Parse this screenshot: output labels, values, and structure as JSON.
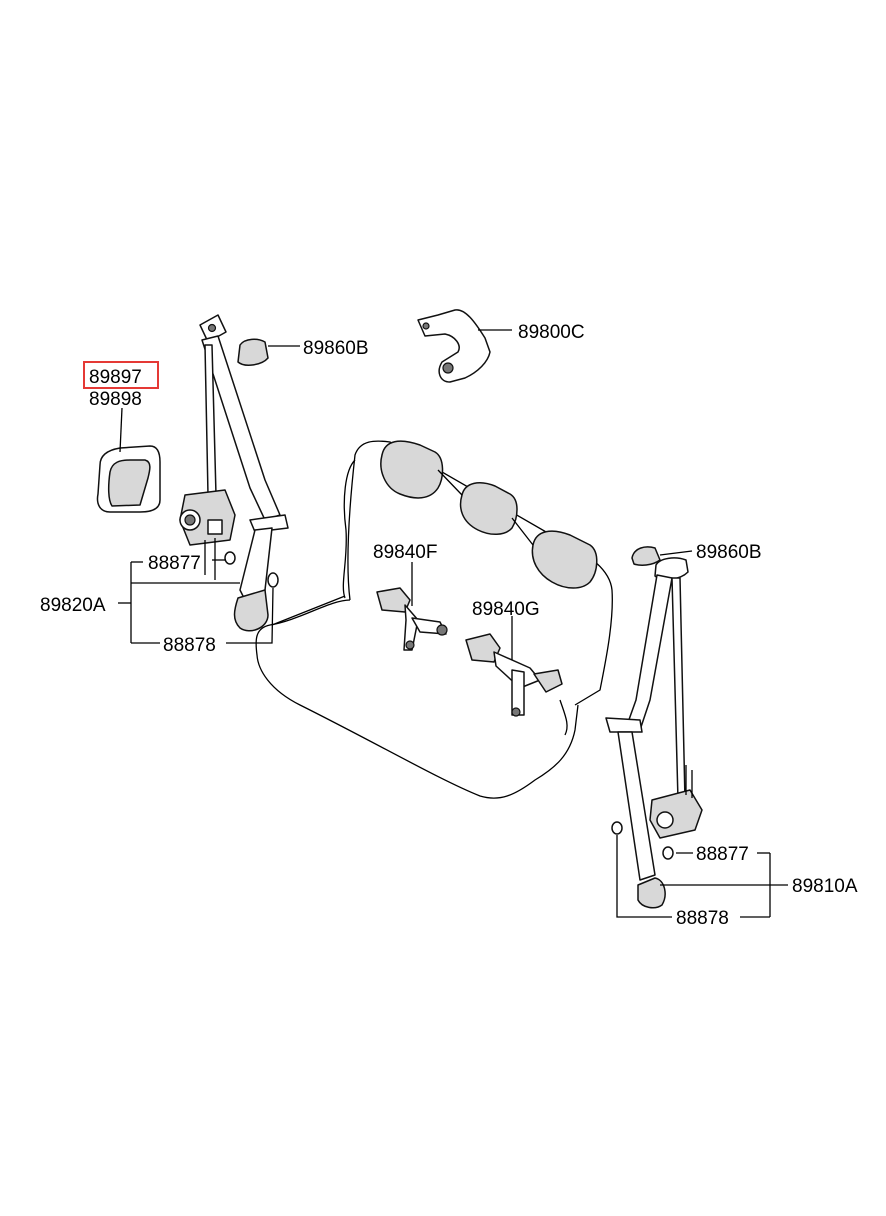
{
  "highlight_color": "#e53935",
  "labels": {
    "p89897": "89897",
    "p89898": "89898",
    "p89860B_left": "89860B",
    "p89800C": "89800C",
    "p88877_left": "88877",
    "p89820A": "89820A",
    "p88878_left": "88878",
    "p89840F": "89840F",
    "p89840G": "89840G",
    "p89860B_right": "89860B",
    "p88877_right": "88877",
    "p89810A": "89810A",
    "p88878_right": "88878"
  }
}
